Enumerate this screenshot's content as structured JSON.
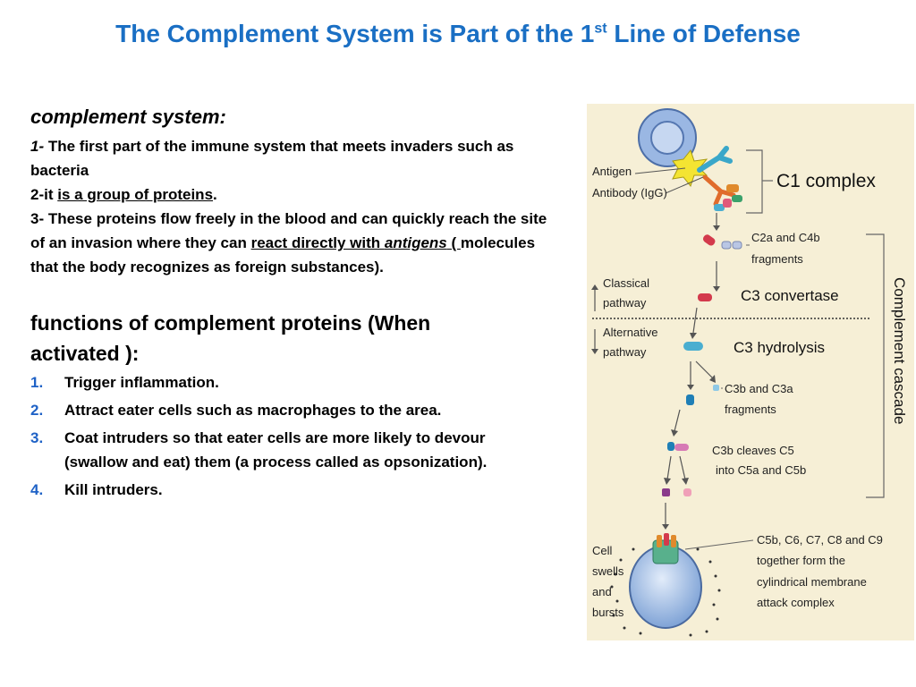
{
  "title": {
    "main": "The Complement System is Part of the 1",
    "sup": "st",
    "tail": " Line of Defense"
  },
  "left": {
    "heading": "complement system:",
    "p1_num": "1-",
    "p1_text": " The first part of the immune system that meets invaders such as bacteria",
    "p2_prefix": "2-it  ",
    "p2_underline": "is a group of proteins",
    "p2_suffix": ".",
    "p3_pre": "3- These proteins flow freely in the blood and can quickly reach the site of an invasion where they can ",
    "p3_u1": "react directly with ",
    "p3_u2": "antigens",
    "p3_u3": " ( ",
    "p3_post": "molecules that the body recognizes as foreign substances).",
    "functions_heading": "functions of complement proteins (When activated ):",
    "functions": [
      {
        "num": "1.",
        "text": "Trigger inflammation."
      },
      {
        "num": "2.",
        "text": "Attract eater cells such as macrophages to the area."
      },
      {
        "num": "3.",
        "text": "Coat intruders so that eater cells are more likely to devour (swallow and eat) them (a process called as opsonization)."
      },
      {
        "num": "4.",
        "text": "Kill intruders."
      }
    ]
  },
  "diagram": {
    "antigen": "Antigen",
    "antibody": "Antibody (IgG)",
    "c1": "C1 complex",
    "c2a_1": "C2a and C4b",
    "c2a_2": "fragments",
    "classical_1": "Classical",
    "classical_2": "pathway",
    "c3conv": "C3 convertase",
    "alt_1": "Alternative",
    "alt_2": "pathway",
    "c3hyd": "C3 hydrolysis",
    "c3b_1": "C3b and C3a",
    "c3b_2": "fragments",
    "c5_1": "C3b cleaves C5",
    "c5_2": "into C5a and C5b",
    "cell_1": "Cell",
    "cell_2": "swells",
    "cell_3": "and",
    "cell_4": "bursts",
    "mac_1": "C5b, C6, C7, C8 and C9",
    "mac_2": "together form the",
    "mac_3": "cylindrical membrane",
    "mac_4": "attack complex",
    "cascade": "Complement cascade"
  }
}
